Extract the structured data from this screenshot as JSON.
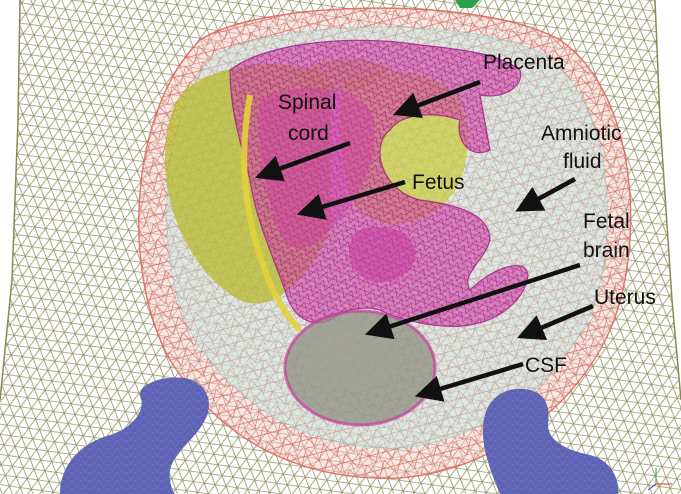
{
  "labels": {
    "placenta": "Placenta",
    "spinal_cord_line1": "Spinal",
    "spinal_cord_line2": "cord",
    "amniotic_fluid_line1": "Amniotic",
    "amniotic_fluid_line2": "fluid",
    "fetus": "Fetus",
    "fetal_brain_line1": "Fetal",
    "fetal_brain_line2": "brain",
    "uterus": "Uterus",
    "csf": "CSF"
  },
  "colors": {
    "body_mesh": "#8a8a55",
    "uterus_wall": "#e0605a",
    "amniotic": "#7fd3d0",
    "placenta": "#b8bb2a",
    "fetus": "#c0289a",
    "spine": "#d9c93a",
    "brain_csf": "#8c8c82",
    "pelvis": "#5b62b0",
    "arrow": "#111111"
  }
}
